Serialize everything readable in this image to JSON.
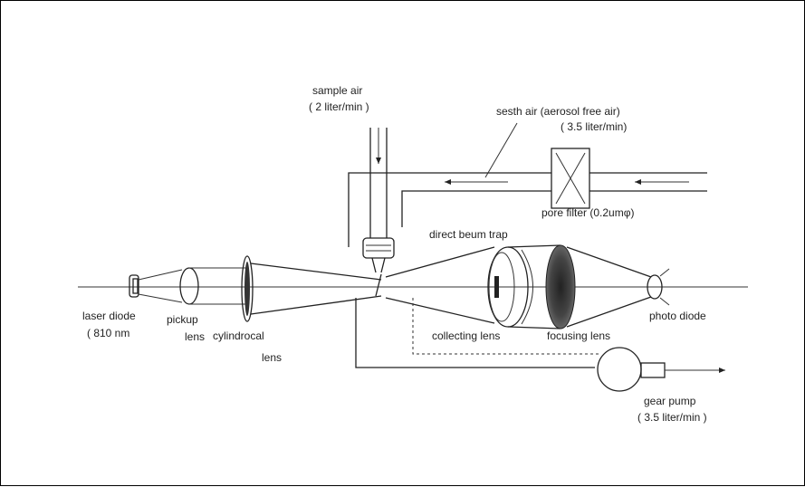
{
  "labels": {
    "sample_air": "sample  air",
    "sample_air_flow": "( 2 liter/min )",
    "sheath_air": "sesth air (aerosol free air)",
    "sheath_air_flow": "( 3.5 liter/min)",
    "pore_filter": "pore filter (0.2umφ)",
    "direct_beam_trap": "direct beum trap",
    "laser_diode": "laser diode",
    "laser_wavelength": "( 810 nm",
    "pickup": "pickup",
    "lens_word": "lens",
    "cylindrical": "cylindrocal",
    "cylindrical_lens_word": "lens",
    "collecting_lens": "collecting lens",
    "focusing_lens": "focusing lens",
    "photo_diode": "photo diode",
    "gear_pump": "gear pump",
    "gear_pump_flow": "( 3.5 liter/min )"
  }
}
